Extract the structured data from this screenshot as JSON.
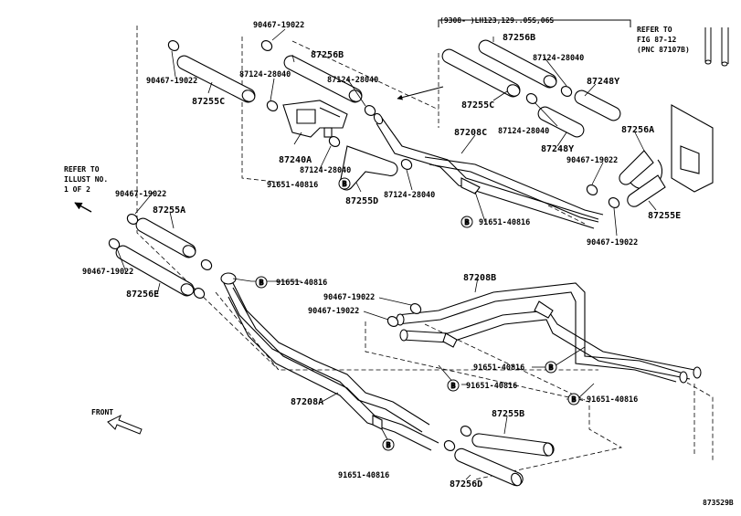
{
  "diagram": {
    "code": "873529B",
    "header_note": "(9308-      )LH123,129..05S,06S",
    "refer_fig": [
      "REFER TO",
      "FIG 87-12",
      "(PNC 87107B)"
    ],
    "refer_illust": [
      "REFER TO",
      "ILLUST NO.",
      "1 OF 2"
    ],
    "front_label": "FRONT",
    "bolt_letter": "B",
    "labels": {
      "clamp_top_a": "90467-19022",
      "clamp_left_a": "90467-19022",
      "hose_87255C_left": "87255C",
      "hose_87256B_mid": "87256B",
      "clamp_87124_a": "87124-28040",
      "clamp_87124_b": "87124-28040",
      "part_87240A": "87240A",
      "clamp_87124_c": "87124-28040",
      "bolt_91651_a": "91651-40816",
      "hose_87255D": "87255D",
      "clamp_87124_d": "87124-28040",
      "hose_87256B_right": "87256B",
      "clamp_87124_e": "87124-28040",
      "hose_87255C_right": "87255C",
      "hose_87248Y_a": "87248Y",
      "clamp_87124_f": "87124-28040",
      "hose_87248Y_b": "87248Y",
      "pipe_87208C": "87208C",
      "hose_87256A": "87256A",
      "clamp_90467_r1": "90467-19022",
      "hose_87255E": "87255E",
      "clamp_90467_r2": "90467-19022",
      "bolt_91651_b": "91651-40816",
      "clamp_90467_l2": "90467-19022",
      "hose_87255A": "87255A",
      "clamp_90467_l3": "90467-19022",
      "hose_87256E": "87256E",
      "bolt_91651_c": "91651-40816",
      "pipe_87208B": "87208B",
      "clamp_90467_m1": "90467-19022",
      "clamp_90467_m2": "90467-19022",
      "bolt_91651_d": "91651-40816",
      "bolt_91651_e": "91651-40816",
      "bolt_91651_f": "91651-40816",
      "pipe_87208A": "87208A",
      "hose_87255B": "87255B",
      "bolt_91651_g": "91651-40816",
      "hose_87256D": "87256D"
    }
  }
}
